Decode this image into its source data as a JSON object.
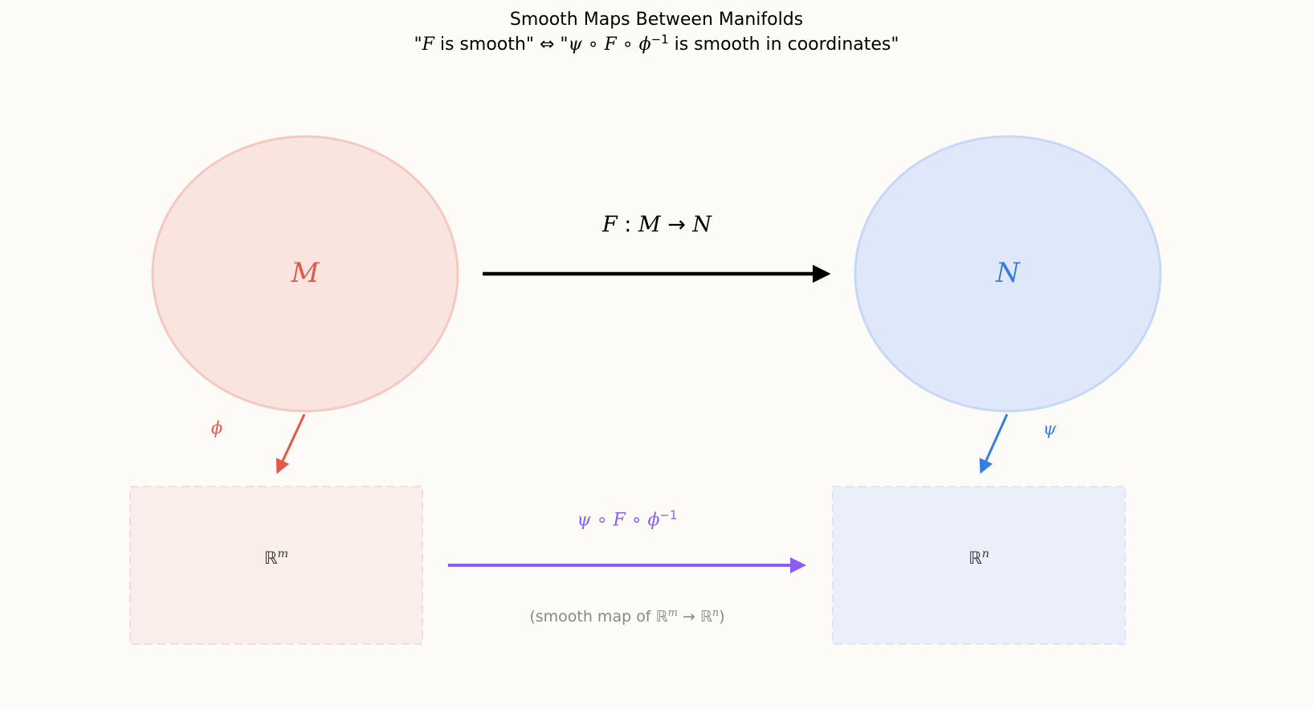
{
  "title": "Smooth Maps Between Manifolds",
  "subtitle": {
    "q1_open": "\"",
    "F": "F",
    "is_smooth": " is smooth\"",
    "iff": "⇔",
    "q2_open": "\"",
    "psi": "ψ",
    "comp1": " ∘ ",
    "F2": "F",
    "comp2": " ∘ ",
    "phi": "ϕ",
    "inv": "−1",
    "tail": " is smooth in coordinates\""
  },
  "manifolds": {
    "M": {
      "label": "M",
      "color": "#e05a4a",
      "fill": "#fae4df"
    },
    "N": {
      "label": "N",
      "color": "#3a7de0",
      "fill": "#dfe8f8"
    }
  },
  "top_map": {
    "label_F": "F",
    "colon": " : ",
    "M": "M",
    "arrow": " → ",
    "N": "N"
  },
  "charts": {
    "phi": {
      "label": "ϕ",
      "color": "#e05a4a"
    },
    "psi": {
      "label": "ψ",
      "color": "#3a7de0"
    }
  },
  "spaces": {
    "Rm": {
      "base": "ℝ",
      "exp": "m"
    },
    "Rn": {
      "base": "ℝ",
      "exp": "n"
    }
  },
  "coord_map": {
    "psi": "ψ",
    "comp1": " ∘ ",
    "F": "F",
    "comp2": " ∘ ",
    "phi": "ϕ",
    "inv": "−1",
    "color": "#8b5cf6"
  },
  "note": {
    "open": "(smooth map of ",
    "R1": "ℝ",
    "m": "m",
    "arrow": " → ",
    "R2": "ℝ",
    "n": "n",
    "close": ")"
  }
}
